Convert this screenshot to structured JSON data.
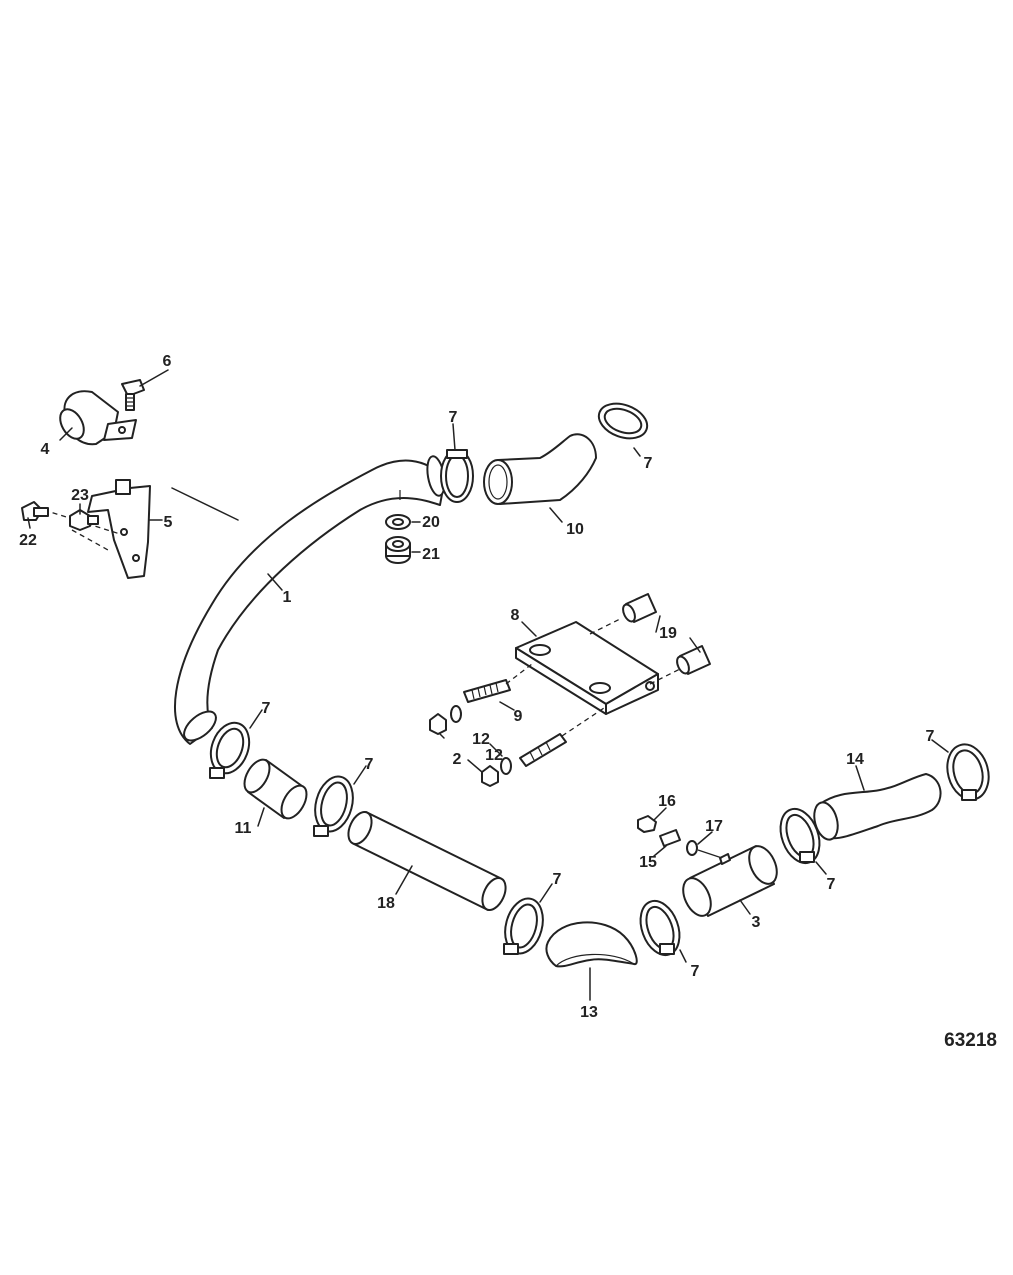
{
  "figure_number": "63218",
  "callouts": [
    "1",
    "2",
    "3",
    "4",
    "5",
    "6",
    "7",
    "8",
    "9",
    "10",
    "11",
    "12",
    "13",
    "14",
    "15",
    "16",
    "17",
    "18",
    "19",
    "20",
    "21",
    "22",
    "23"
  ]
}
